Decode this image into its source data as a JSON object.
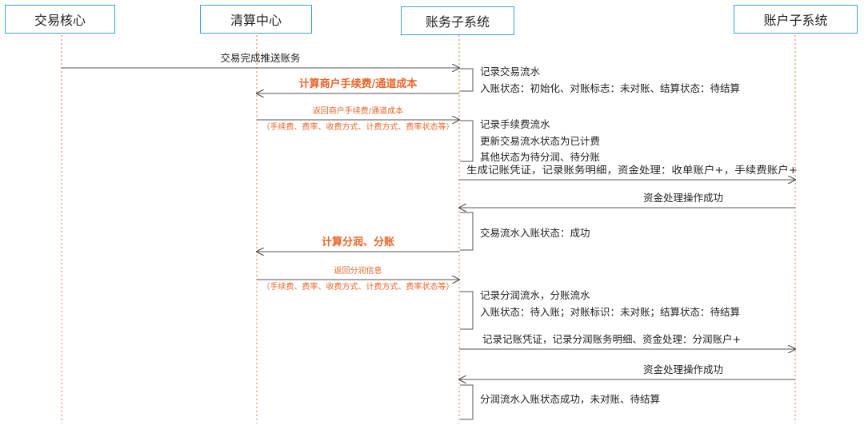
{
  "participants": [
    {
      "id": "core",
      "label": "交易核心"
    },
    {
      "id": "clearing",
      "label": "清算中心"
    },
    {
      "id": "accounting",
      "label": "账务子系统"
    },
    {
      "id": "account",
      "label": "账户子系统"
    }
  ],
  "messages": [
    {
      "from": "core",
      "to": "accounting",
      "label": "交易完成推送账务",
      "style": "normal"
    },
    {
      "from": "accounting",
      "to": "clearing",
      "label": "计算商户手续费/通道成本",
      "style": "highlight"
    },
    {
      "from": "clearing",
      "to": "accounting",
      "label": "返回商户手续费/通道成本",
      "sub": "（手续费、费率、收费方式、计费方式、费率状态等）",
      "style": "small"
    },
    {
      "from": "accounting",
      "to": "account",
      "label": "生成记账凭证，记录账务明细，资金处理：收单账户+，手续费账户+",
      "style": "normal"
    },
    {
      "from": "account",
      "to": "accounting",
      "label": "资金处理操作成功",
      "style": "normal"
    },
    {
      "from": "accounting",
      "to": "clearing",
      "label": "计算分润、分账",
      "style": "highlight"
    },
    {
      "from": "clearing",
      "to": "accounting",
      "label": "返回分润信息",
      "sub": "（手续费、费率、收费方式、计费方式、费率状态等）",
      "style": "small"
    },
    {
      "from": "accounting",
      "to": "account",
      "label": "记录记账凭证，记录分润账务明细、资金处理：分润账户+",
      "style": "normal"
    },
    {
      "from": "account",
      "to": "accounting",
      "label": "资金处理操作成功",
      "style": "normal"
    }
  ],
  "notes": [
    {
      "lines": [
        "记录交易流水",
        "入账状态：初始化、对账标志：未对账、结算状态：待结算"
      ]
    },
    {
      "lines": [
        "记录手续费流水",
        "更新交易流水状态为已计费",
        "其他状态为待分润、待分账"
      ]
    },
    {
      "lines": [
        "交易流水入账状态：成功"
      ]
    },
    {
      "lines": [
        "记录分润流水，分账流水",
        "入账状态：待入账；对账标识：未对账；结算状态：待结算"
      ]
    },
    {
      "lines": [
        "分润流水入账状态成功，未对账、待结算"
      ]
    }
  ],
  "colors": {
    "lane_border": "#3aa0dc",
    "lifeline": "#e07a3c",
    "arrow": "#555555",
    "highlight_text": "#e8662a",
    "text": "#222222"
  }
}
